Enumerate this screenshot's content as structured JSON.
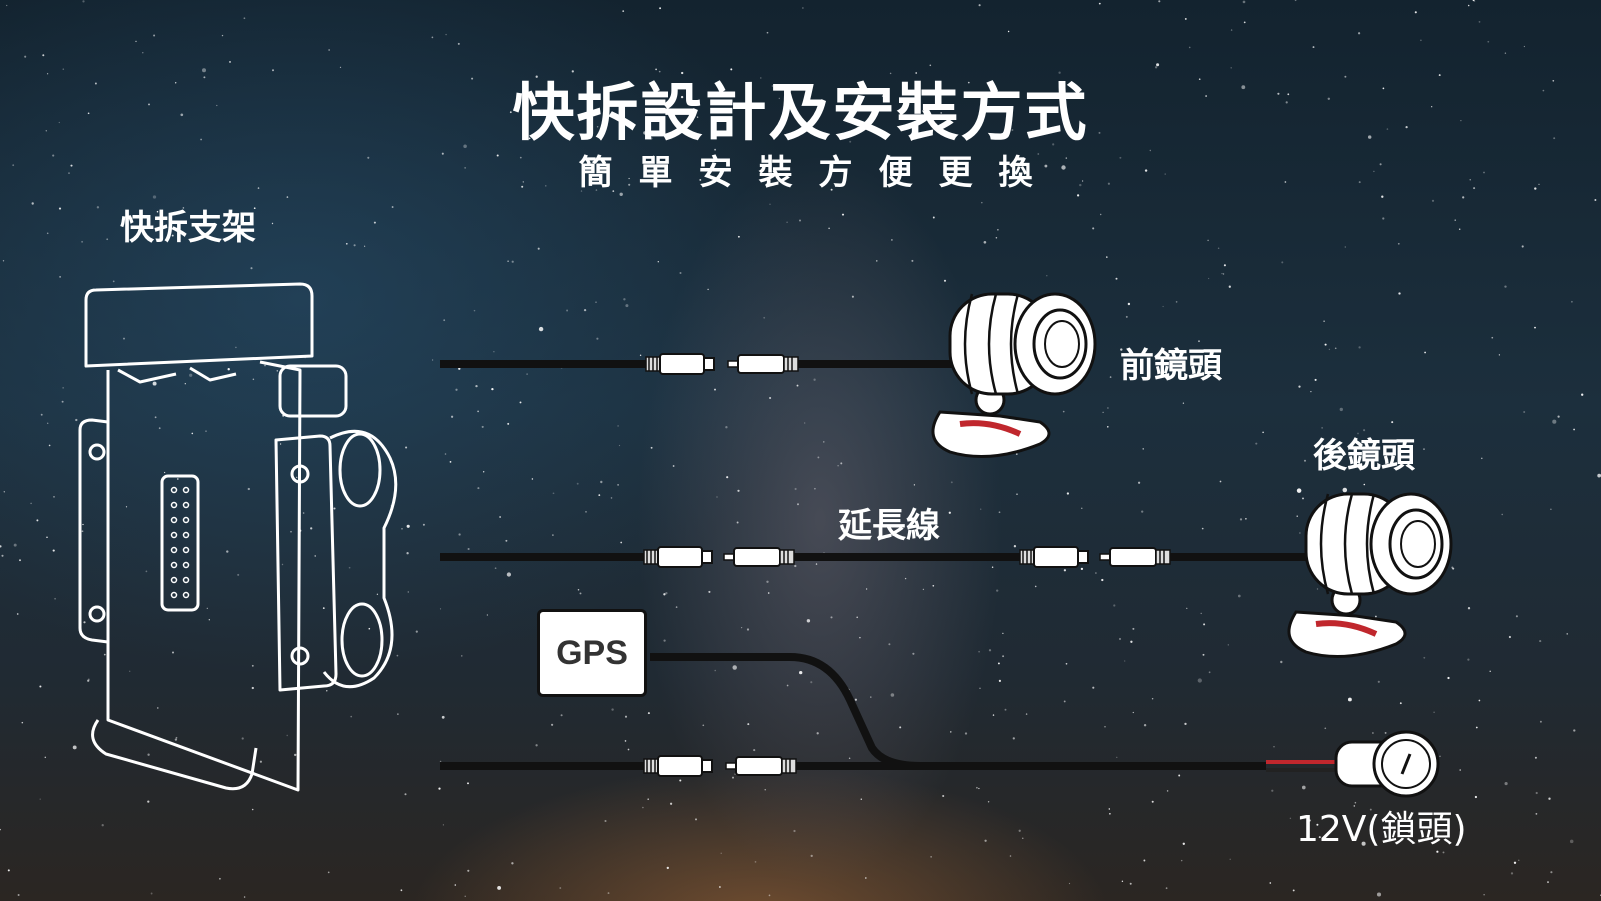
{
  "title": "快拆設計及安裝方式",
  "subtitle": "簡單安裝方便更換",
  "labels": {
    "mount": "快拆支架",
    "front_camera": "前鏡頭",
    "rear_camera": "後鏡頭",
    "extension_cable": "延長線",
    "gps": "GPS",
    "power": "12V(鎖頭)"
  },
  "colors": {
    "accent_red": "#c0272d",
    "cable": "#111111",
    "text": "#ffffff"
  }
}
